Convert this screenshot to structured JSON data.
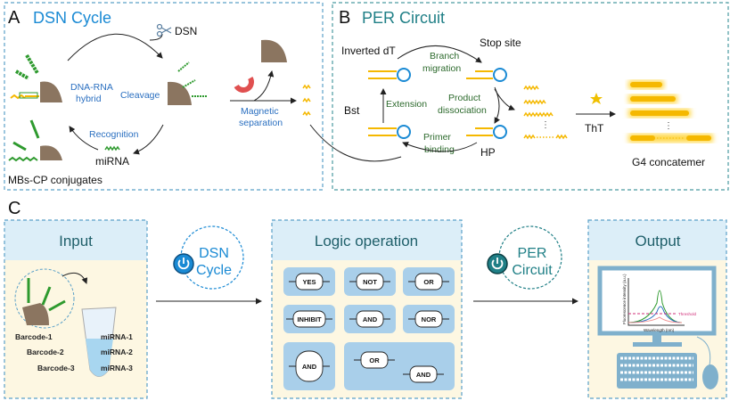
{
  "panel_a": {
    "letter": "A",
    "title": "DSN Cycle",
    "dsn_label": "DSN",
    "hybrid_label_1": "DNA-RNA",
    "hybrid_label_2": "hybrid",
    "cleavage_label": "Cleavage",
    "recognition_label": "Recognition",
    "mirna_label": "miRNA",
    "conjugates_label": "MBs-CP conjugates",
    "separation_label_1": "Magnetic",
    "separation_label_2": "separation"
  },
  "panel_b": {
    "letter": "B",
    "title": "PER Circuit",
    "inverted_dt": "Inverted dT",
    "branch_1": "Branch",
    "branch_2": "migration",
    "stop_site": "Stop site",
    "extension": "Extension",
    "product_1": "Product",
    "product_2": "dissociation",
    "bst": "Bst",
    "primer_1": "Primer",
    "primer_2": "binding",
    "hp": "HP",
    "tht": "ThT",
    "g4": "G4 concatemer"
  },
  "panel_c": {
    "letter": "C",
    "input": {
      "title": "Input",
      "barcodes": [
        "Barcode-1",
        "Barcode-2",
        "Barcode-3"
      ],
      "mirnas": [
        "miRNA-1",
        "miRNA-2",
        "miRNA-3"
      ]
    },
    "dsn_cycle": {
      "line1": "DSN",
      "line2": "Cycle"
    },
    "logic": {
      "title": "Logic operation",
      "gates": [
        "YES",
        "NOT",
        "OR",
        "INHIBIT",
        "AND",
        "NOR",
        "AND",
        "OR",
        "AND"
      ]
    },
    "per_circuit": {
      "line1": "PER",
      "line2": "Circuit"
    },
    "output": {
      "title": "Output",
      "y_axis": "Fluorescence intensity (a.u.)",
      "x_axis": "Wavelength (nm)",
      "threshold": "Threshold"
    }
  },
  "colors": {
    "dsn_blue": "#1a8ad4",
    "per_teal": "#1f7f86",
    "header_band": "#dceef8",
    "panel_fill": "#fdf7e2",
    "gate_tile": "#a9cfea",
    "strand_yellow": "#f5b800",
    "strand_green": "#2e9a2e"
  }
}
